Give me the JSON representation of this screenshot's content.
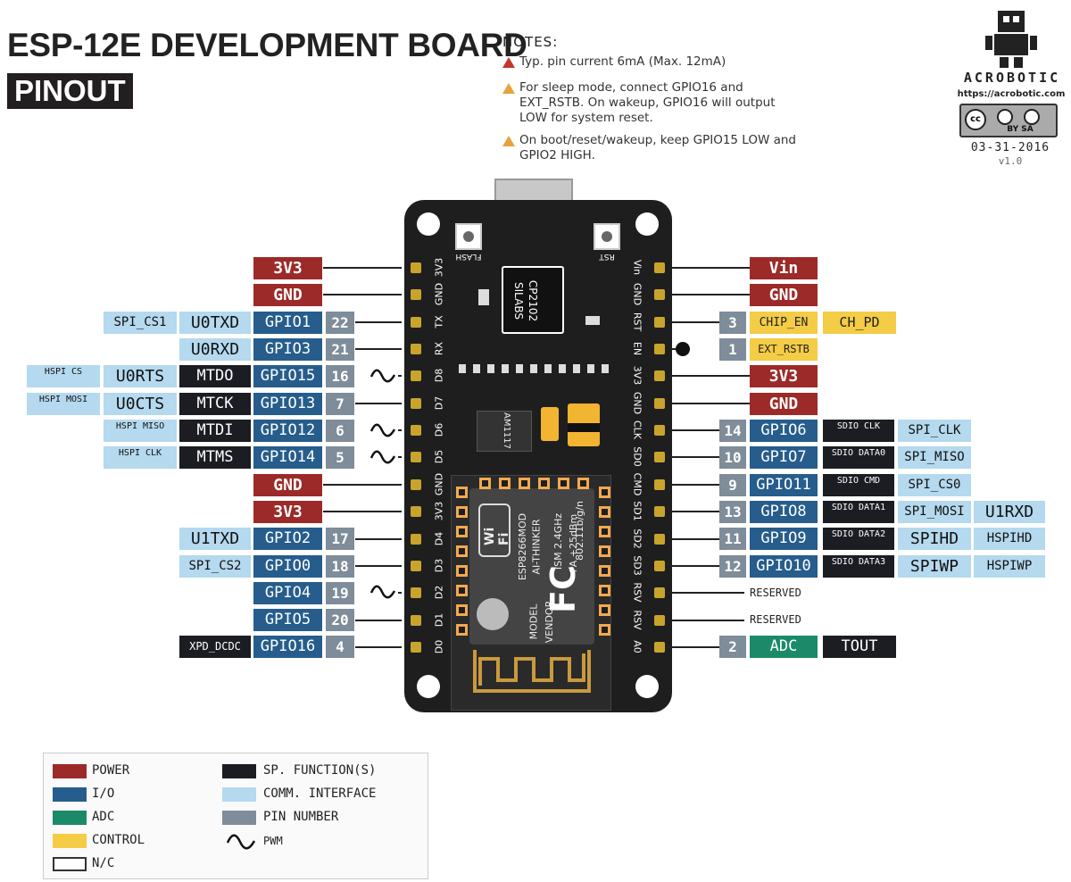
{
  "header": {
    "title": "ESP-12E DEVELOPMENT BOARD",
    "subtitle": "PINOUT"
  },
  "notes": {
    "title": "NOTES:",
    "items": [
      "Typ. pin current 6mA (Max. 12mA)",
      "For sleep mode, connect GPIO16 and EXT_RSTB. On wakeup, GPIO16 will output LOW for system reset.",
      "On boot/reset/wakeup, keep GPIO15 LOW and GPIO2 HIGH."
    ]
  },
  "logo": {
    "name": "ACROBOTIC",
    "url": "https://acrobotic.com",
    "license": "BY SA",
    "date": "03-31-2016",
    "version": "v1.0"
  },
  "board": {
    "buttons": [
      "FLASH",
      "RST"
    ],
    "chip": [
      "SILABS",
      "CP2102"
    ],
    "regulator": "AM1117",
    "module": [
      "ESP8266MOD",
      "AI-THINKER",
      "ISM 2.4GHz",
      "PA +25dBm",
      "802.11b/g/n",
      "MODEL",
      "VENDOR"
    ],
    "wifi": "Wi Fi",
    "fcc": "FC",
    "left_pins": [
      "3V3",
      "GND",
      "TX",
      "RX",
      "D8",
      "D7",
      "D6",
      "D5",
      "GND",
      "3V3",
      "D4",
      "D3",
      "D2",
      "D1",
      "D0"
    ],
    "right_pins": [
      "Vin",
      "GND",
      "RST",
      "EN",
      "3V3",
      "GND",
      "CLK",
      "SD0",
      "CMD",
      "SD1",
      "SD2",
      "SD3",
      "RSV",
      "RSV",
      "A0"
    ]
  },
  "left": {
    "r1": {
      "main": "3V3"
    },
    "r2": {
      "main": "GND"
    },
    "r3": {
      "pin": "22",
      "gpio": "GPIO1",
      "sp": "U0TXD",
      "comm": "SPI_CS1"
    },
    "r4": {
      "pin": "21",
      "gpio": "GPIO3",
      "sp": "U0RXD"
    },
    "r5": {
      "pin": "16",
      "gpio": "GPIO15",
      "sp": "MTDO",
      "sp2": "U0RTS",
      "comm": "HSPI CS"
    },
    "r6": {
      "pin": "7",
      "gpio": "GPIO13",
      "sp": "MTCK",
      "sp2": "U0CTS",
      "comm": "HSPI MOSI"
    },
    "r7": {
      "pin": "6",
      "gpio": "GPIO12",
      "sp": "MTDI",
      "comm": "HSPI MISO"
    },
    "r8": {
      "pin": "5",
      "gpio": "GPIO14",
      "sp": "MTMS",
      "comm": "HSPI CLK"
    },
    "r9": {
      "main": "GND"
    },
    "r10": {
      "main": "3V3"
    },
    "r11": {
      "pin": "17",
      "gpio": "GPIO2",
      "comm": "U1TXD"
    },
    "r12": {
      "pin": "18",
      "gpio": "GPIO0",
      "comm": "SPI_CS2"
    },
    "r13": {
      "pin": "19",
      "gpio": "GPIO4"
    },
    "r14": {
      "pin": "20",
      "gpio": "GPIO5"
    },
    "r15": {
      "pin": "4",
      "gpio": "GPIO16",
      "sp": "XPD_DCDC"
    }
  },
  "right": {
    "r1": {
      "main": "Vin"
    },
    "r2": {
      "main": "GND"
    },
    "r3": {
      "pin": "3",
      "ctrl": "CHIP_EN",
      "ctrl2": "CH_PD"
    },
    "r4": {
      "pin": "1",
      "ctrl": "EXT_RSTB"
    },
    "r5": {
      "main": "3V3"
    },
    "r6": {
      "main": "GND"
    },
    "r7": {
      "pin": "14",
      "gpio": "GPIO6",
      "sp": "SDIO CLK",
      "comm": "SPI_CLK"
    },
    "r8": {
      "pin": "10",
      "gpio": "GPIO7",
      "sp": "SDIO DATA0",
      "comm": "SPI_MISO"
    },
    "r9": {
      "pin": "9",
      "gpio": "GPIO11",
      "sp": "SDIO CMD",
      "comm": "SPI_CS0"
    },
    "r10": {
      "pin": "13",
      "gpio": "GPIO8",
      "sp": "SDIO DATA1",
      "comm": "SPI_MOSI",
      "comm2": "U1RXD"
    },
    "r11": {
      "pin": "11",
      "gpio": "GPIO9",
      "sp": "SDIO DATA2",
      "comm": "SPIHD",
      "comm2": "HSPIHD"
    },
    "r12": {
      "pin": "12",
      "gpio": "GPIO10",
      "sp": "SDIO DATA3",
      "comm": "SPIWP",
      "comm2": "HSPIWP"
    },
    "r13": {
      "reserved": "RESERVED"
    },
    "r14": {
      "reserved": "RESERVED"
    },
    "r15": {
      "pin": "2",
      "adc": "ADC",
      "sp": "TOUT"
    }
  },
  "legend": [
    {
      "label": "POWER",
      "color": "#9c2a28"
    },
    {
      "label": "I/O",
      "color": "#265d8c"
    },
    {
      "label": "ADC",
      "color": "#1a8a68"
    },
    {
      "label": "CONTROL",
      "color": "#f4cc45"
    },
    {
      "label": "N/C",
      "color": "#ffffff"
    },
    {
      "label": "SP. FUNCTION(S)",
      "color": "#1b1d22"
    },
    {
      "label": "COMM. INTERFACE",
      "color": "#b5d9ee"
    },
    {
      "label": "PIN NUMBER",
      "color": "#7f8c99"
    },
    {
      "label": "PWM",
      "color": "#000000"
    }
  ]
}
